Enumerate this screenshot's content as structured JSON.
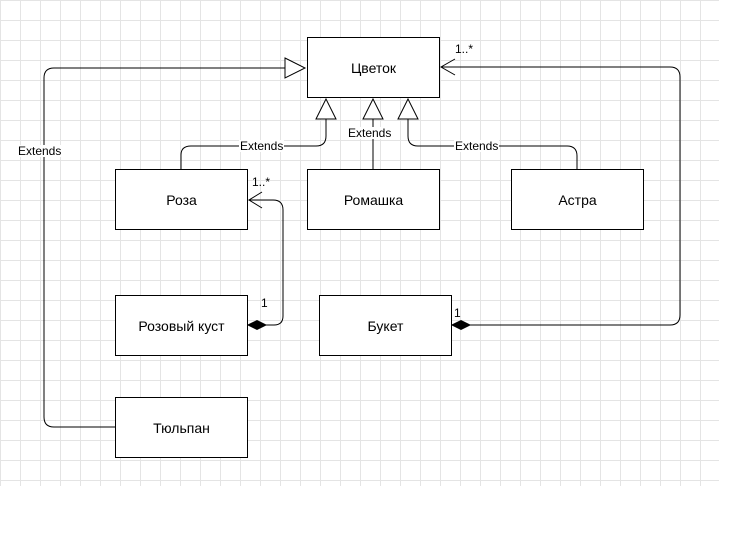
{
  "classes": {
    "flower": "Цветок",
    "rose": "Роза",
    "chamomile": "Ромашка",
    "aster": "Астра",
    "rose_bush": "Розовый куст",
    "bouquet": "Букет",
    "tulip": "Тюльпан"
  },
  "relations": {
    "extends_tulip": "Extends",
    "extends_rose": "Extends",
    "extends_chamomile": "Extends",
    "extends_aster": "Extends"
  },
  "multiplicities": {
    "flower_many": "1..*",
    "rose_many": "1..*",
    "rose_bush_one": "1",
    "bouquet_one": "1"
  }
}
